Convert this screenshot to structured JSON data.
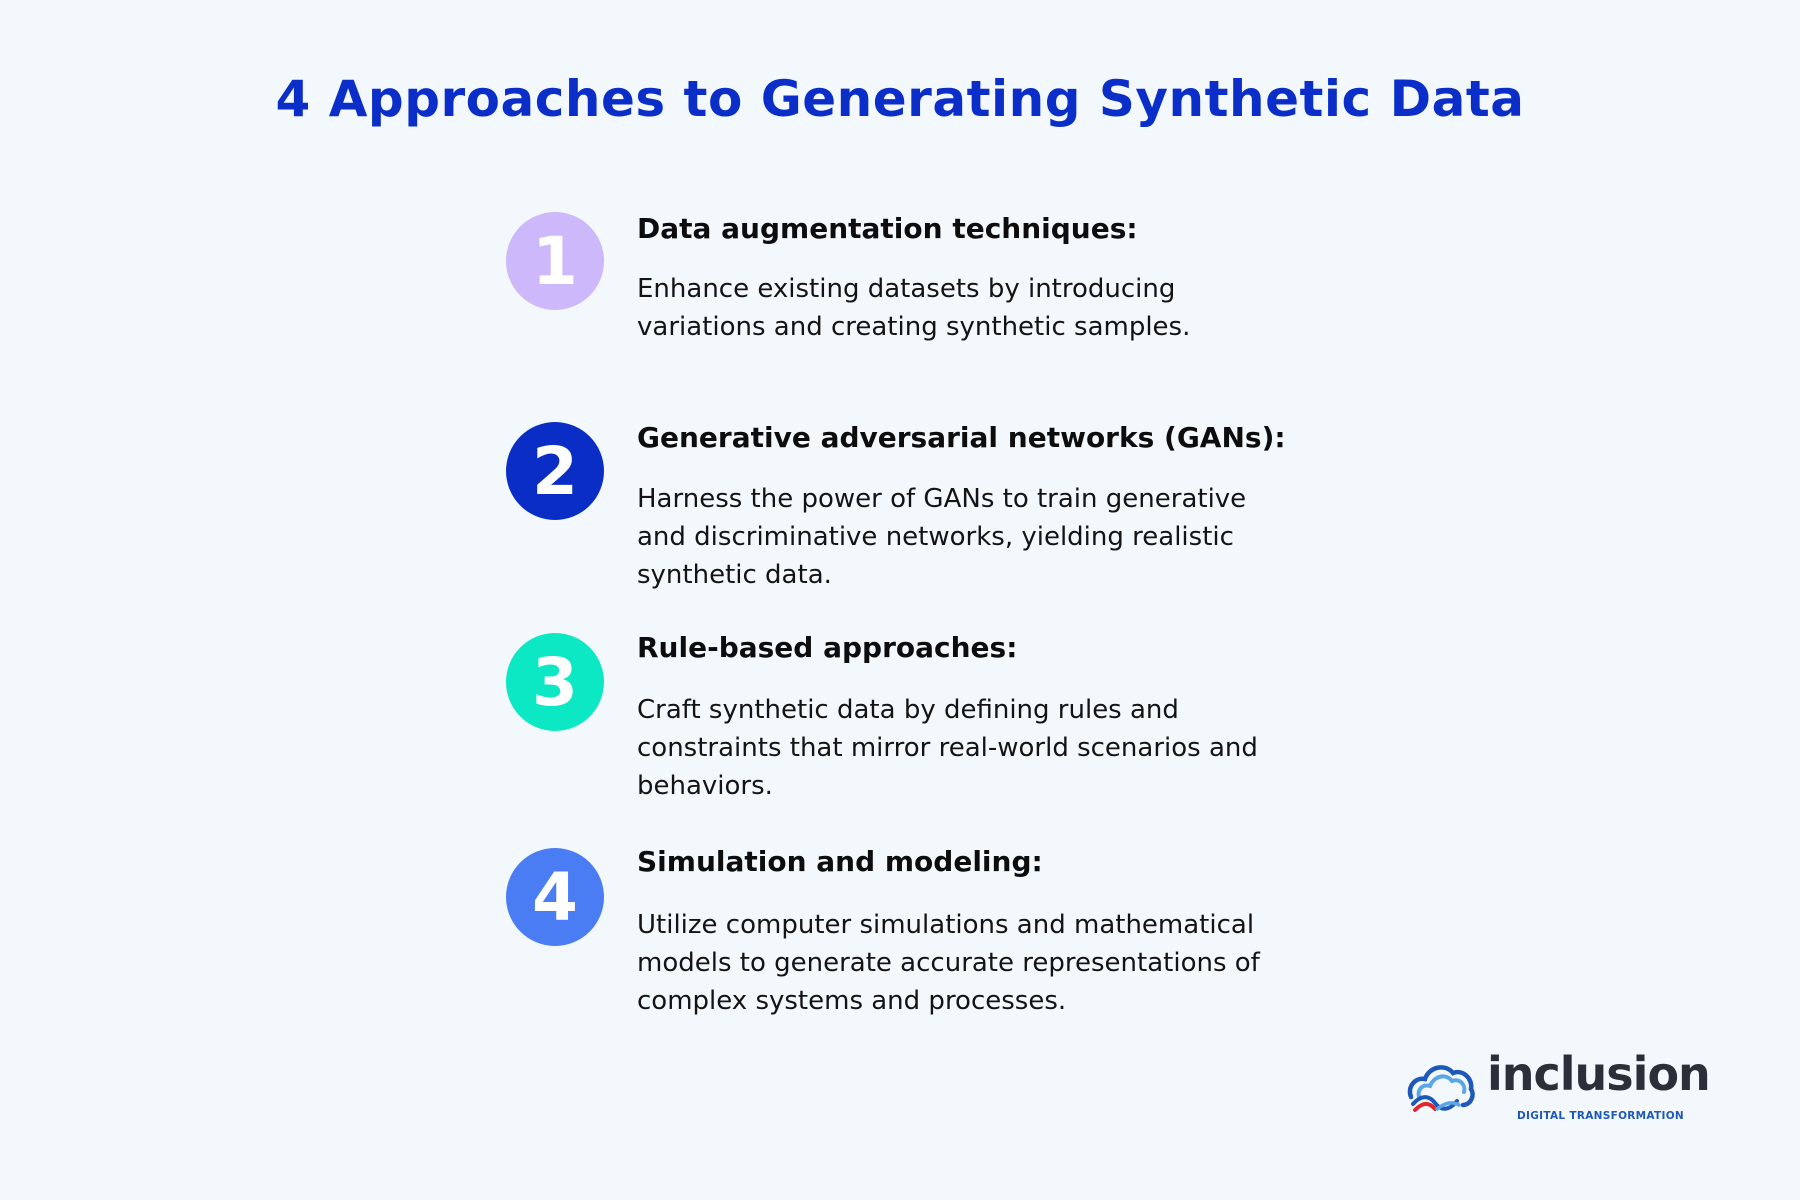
{
  "title": "4 Approaches to Generating Synthetic Data",
  "items": [
    {
      "number": "1",
      "color": "#cdb8fb",
      "heading": "Data augmentation techniques:",
      "description": "Enhance existing datasets by introducing variations and creating synthetic samples."
    },
    {
      "number": "2",
      "color": "#0a2ec5",
      "heading": "Generative adversarial networks (GANs):",
      "description": "Harness the power of GANs to train generative and discriminative networks, yielding realistic synthetic data."
    },
    {
      "number": "3",
      "color": "#0ce8c4",
      "heading": "Rule-based approaches:",
      "description": "Craft synthetic data by defining rules and constraints that mirror real-world scenarios and behaviors."
    },
    {
      "number": "4",
      "color": "#4a7df4",
      "heading": "Simulation and modeling:",
      "description": "Utilize computer simulations and mathematical models to generate accurate representations of complex systems and processes."
    }
  ],
  "logo": {
    "name": "inclusion",
    "tagline": "DIGITAL TRANSFORMATION",
    "icon": "cloud-waves-icon",
    "colors": {
      "blue": "#1e58b8",
      "light_blue": "#5aa6e6",
      "red": "#e3252b",
      "text": "#2c2f3a"
    }
  },
  "colors": {
    "background": "#f3f8fd",
    "title": "#0b2ec8",
    "body_text": "#141414"
  }
}
